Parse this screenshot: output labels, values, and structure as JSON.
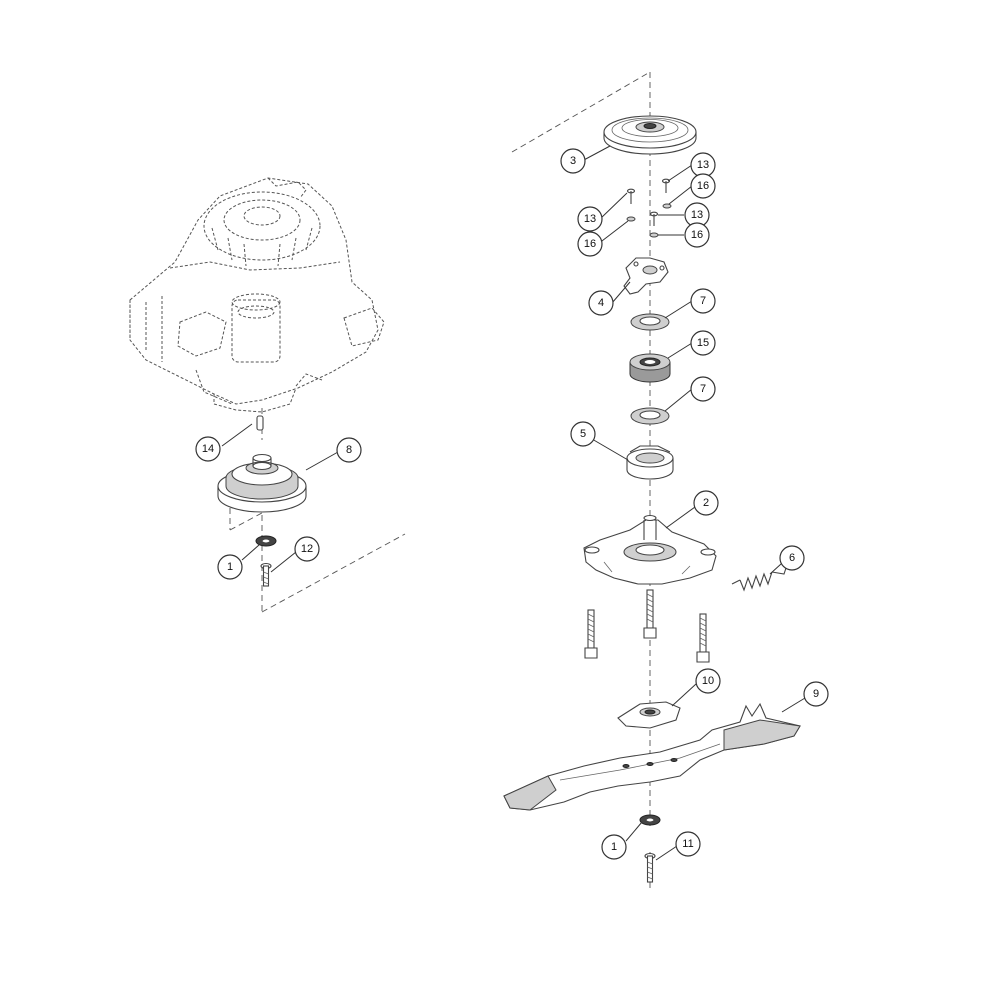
{
  "callouts": [
    {
      "label": "3"
    },
    {
      "label": "13"
    },
    {
      "label": "16"
    },
    {
      "label": "13"
    },
    {
      "label": "13"
    },
    {
      "label": "16"
    },
    {
      "label": "16"
    },
    {
      "label": "4"
    },
    {
      "label": "7"
    },
    {
      "label": "15"
    },
    {
      "label": "7"
    },
    {
      "label": "5"
    },
    {
      "label": "2"
    },
    {
      "label": "6"
    },
    {
      "label": "10"
    },
    {
      "label": "9"
    },
    {
      "label": "1"
    },
    {
      "label": "11"
    },
    {
      "label": "14"
    },
    {
      "label": "8"
    },
    {
      "label": "1"
    },
    {
      "label": "12"
    }
  ]
}
